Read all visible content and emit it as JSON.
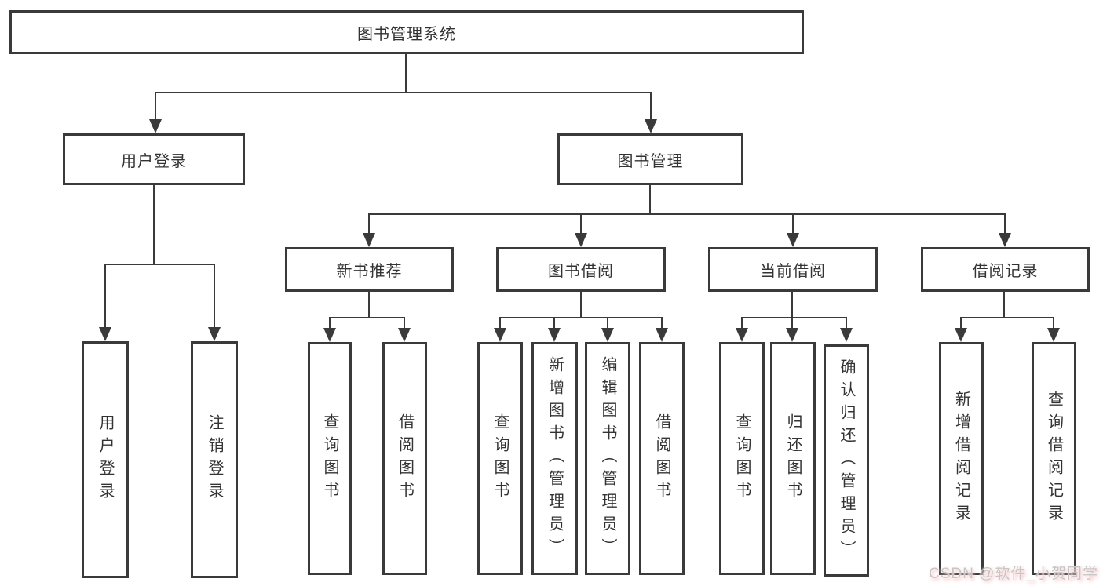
{
  "diagram": {
    "root": {
      "label": "图书管理系统"
    },
    "branches": {
      "user_login": {
        "label": "用户登录",
        "children": [
          {
            "label": "用户登录"
          },
          {
            "label": "注销登录"
          }
        ]
      },
      "book_management": {
        "label": "图书管理",
        "children": [
          {
            "label": "新书推荐",
            "children": [
              {
                "label": "查询图书"
              },
              {
                "label": "借阅图书"
              }
            ]
          },
          {
            "label": "图书借阅",
            "children": [
              {
                "label": "查询图书"
              },
              {
                "label": "新增图书（管理员）"
              },
              {
                "label": "编辑图书（管理员）"
              },
              {
                "label": "借阅图书"
              }
            ]
          },
          {
            "label": "当前借阅",
            "children": [
              {
                "label": "查询图书"
              },
              {
                "label": "归还图书"
              },
              {
                "label": "确认归还（管理员）"
              }
            ]
          },
          {
            "label": "借阅记录",
            "children": [
              {
                "label": "新增借阅记录"
              },
              {
                "label": "查询借阅记录"
              }
            ]
          }
        ]
      }
    }
  },
  "watermark": "CSDN @软件_小贺同学",
  "colors": {
    "line": "#3a3a3a",
    "text": "#333333",
    "background": "#ffffff",
    "watermark": "#c6c6c6",
    "watermark_glow": "#f5a8a8"
  }
}
